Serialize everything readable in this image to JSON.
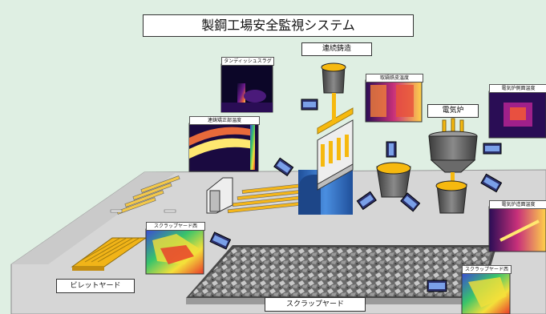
{
  "title": "製鋼工場安全監視システム",
  "labels": {
    "continuous_casting": "連続鋳造",
    "electric_furnace": "電気炉",
    "billet_yard": "ビレットヤード",
    "scrap_yard": "スクラップヤード"
  },
  "thermal_captions": {
    "tundish_slag": "タンディッシュスラグ",
    "ladle_shell_temp": "取鍋鉄皮温度",
    "furnace_side_temp": "電気炉側面温度",
    "caster_straightening_temp": "連鋳矯正部温度",
    "furnace_surface_temp": "電気炉造面温度",
    "scrap_yard_west": "スクラップヤード西",
    "scrap_yard_east": "スクラップヤード西"
  },
  "colors": {
    "background": "#dfefe3",
    "floor": "#d6d6d6",
    "molten_steel": "#f6b90f",
    "vessel": "#5a5a5a",
    "casting_blue": "#2f6fc0"
  }
}
